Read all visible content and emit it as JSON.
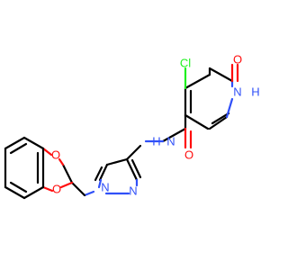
{
  "molecule": {
    "colors": {
      "carbon_bond": "#000000",
      "oxygen": "#ff0d0d",
      "nitrogen": "#3050f8",
      "chlorine": "#1ff01f"
    },
    "atom_labels": {
      "cl": "Cl",
      "o_pyridone": "O",
      "n_pyridone_h": "N",
      "h_pyridone": "H",
      "n_amide_h": "H",
      "n_amide": "N",
      "o_amide": "O",
      "n1_pyrazole": "N",
      "n2_pyrazole": "N",
      "o_dioxane_top": "O",
      "o_dioxane_bottom": "O"
    }
  }
}
